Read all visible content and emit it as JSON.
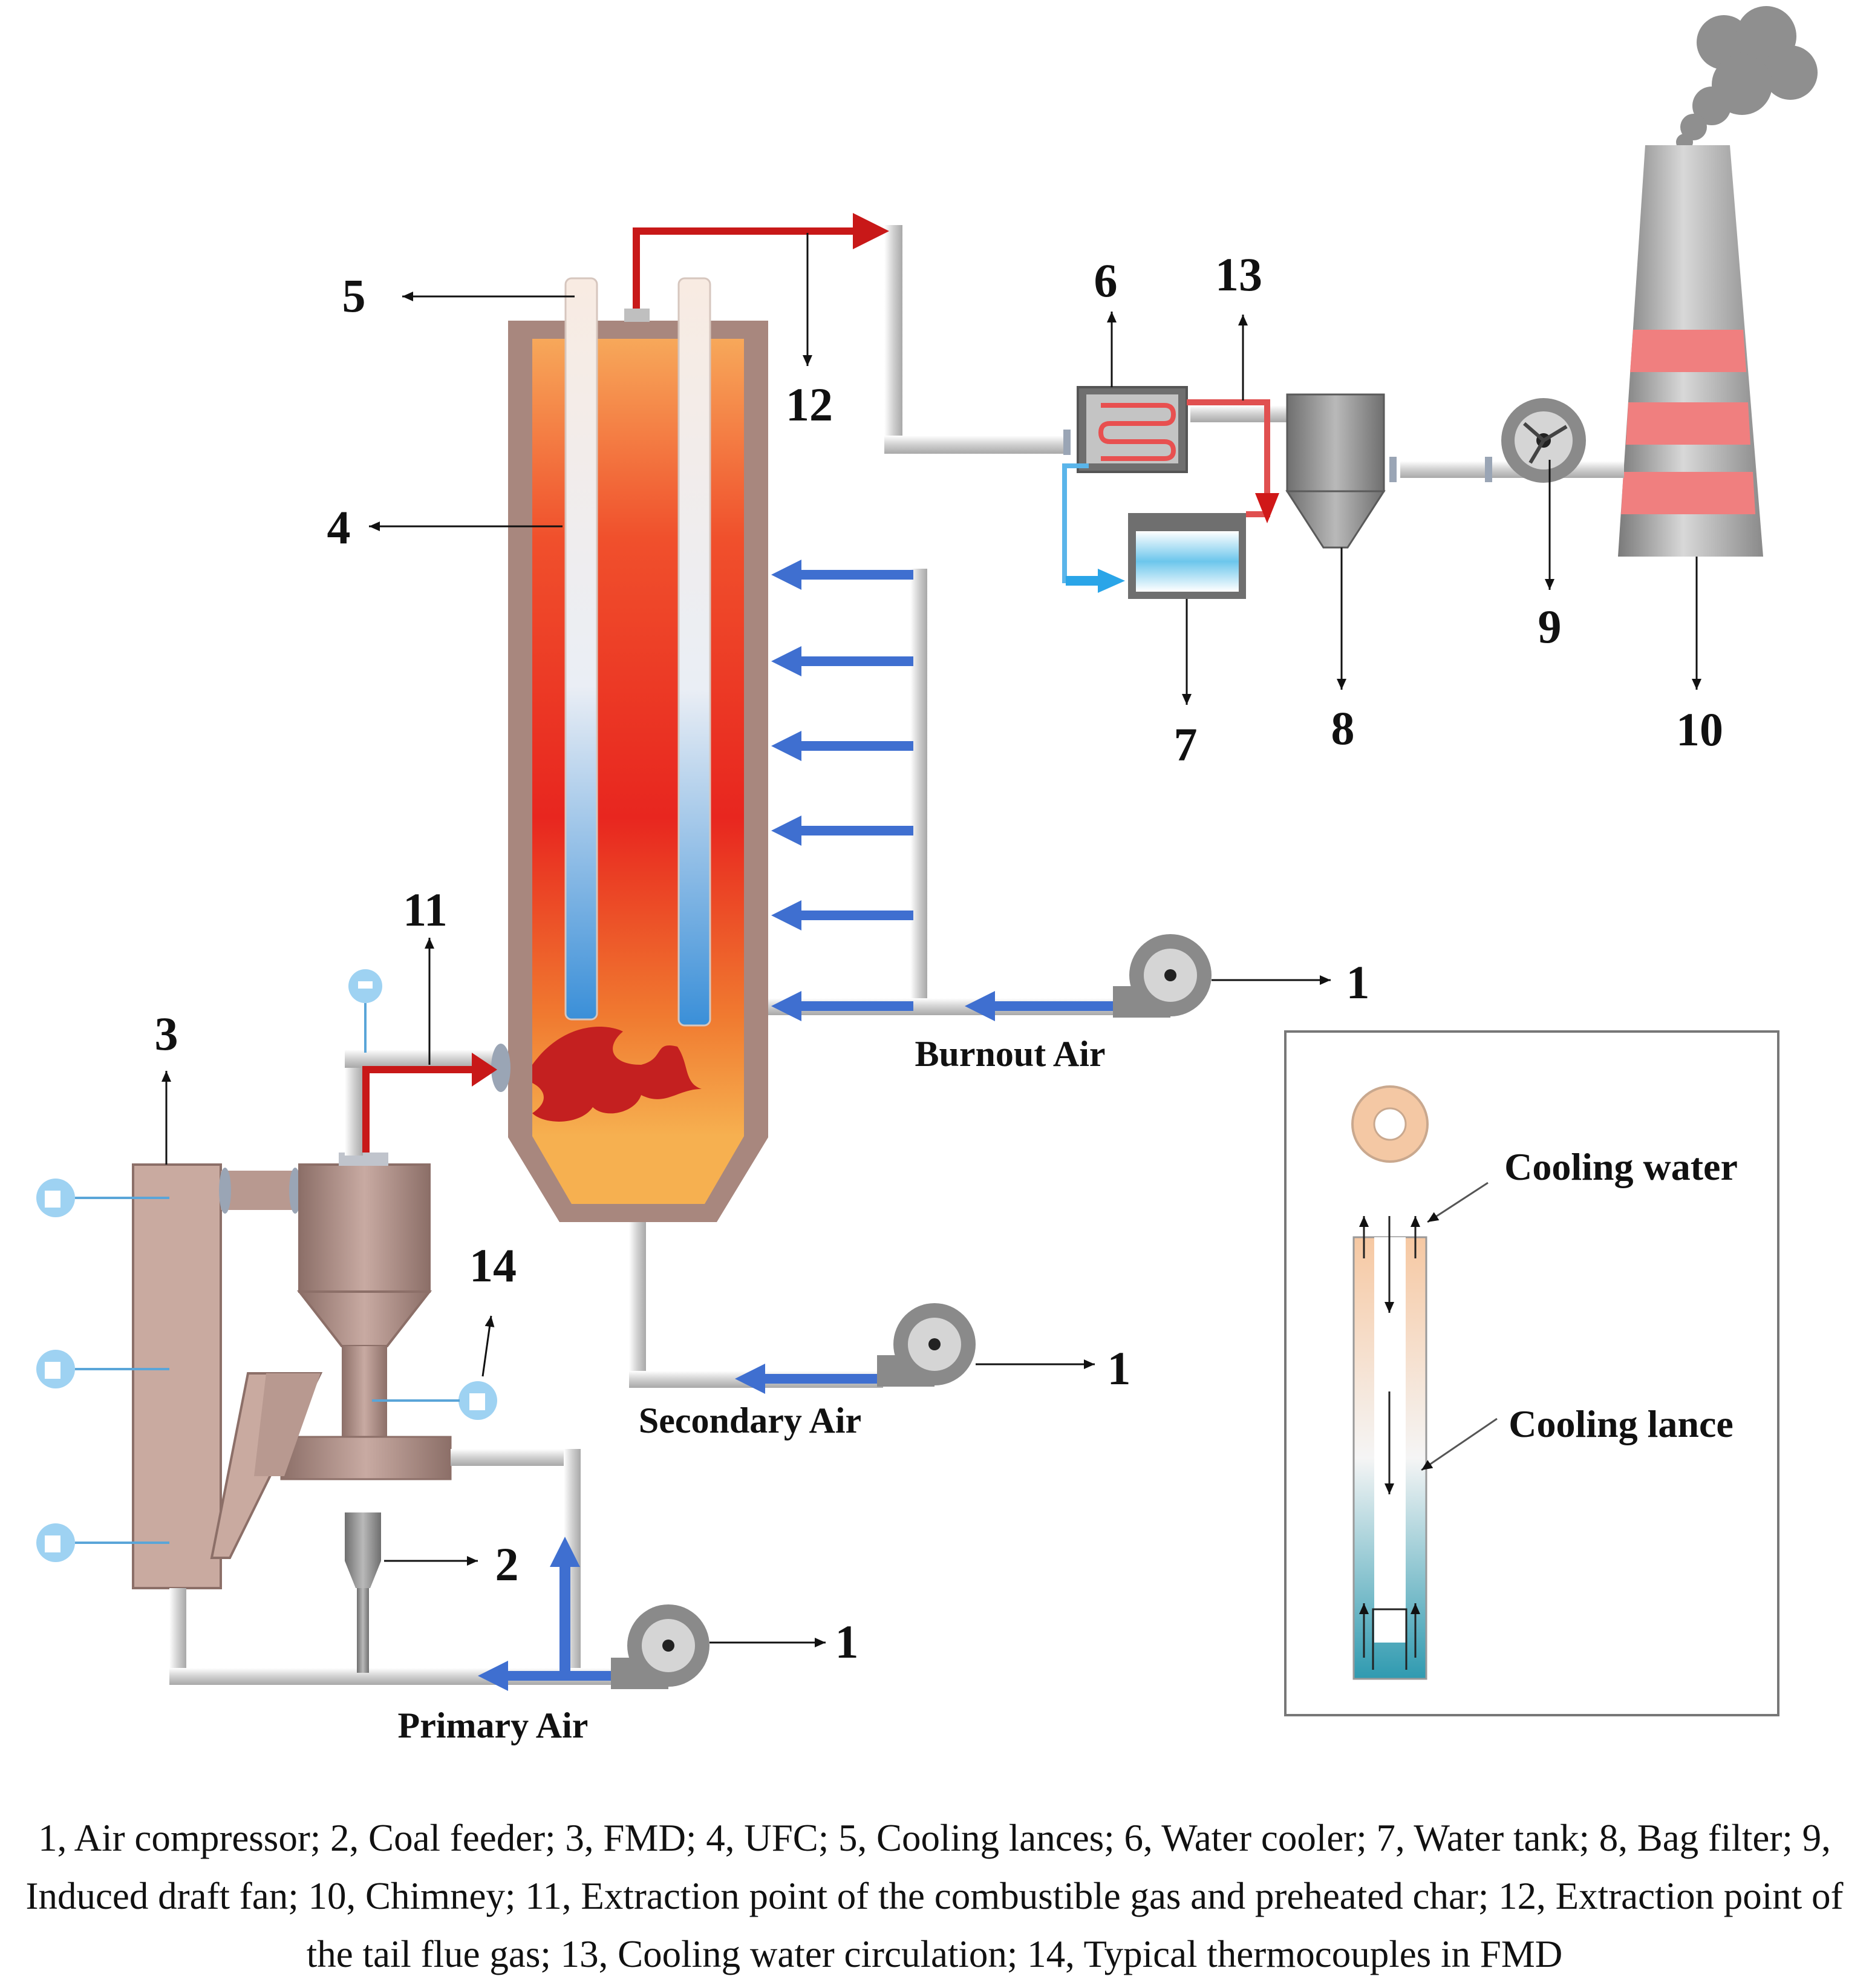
{
  "labels": {
    "n1a": "1",
    "n1b": "1",
    "n1c": "1",
    "n2": "2",
    "n3": "3",
    "n4": "4",
    "n5": "5",
    "n6": "6",
    "n7": "7",
    "n8": "8",
    "n9": "9",
    "n10": "10",
    "n11": "11",
    "n12": "12",
    "n13": "13",
    "n14": "14",
    "burnout_air": "Burnout Air",
    "secondary_air": "Secondary Air",
    "primary_air": "Primary Air",
    "cooling_water": "Cooling water",
    "cooling_lance": "Cooling lance"
  },
  "caption": "1, Air compressor; 2, Coal feeder; 3, FMD; 4, UFC; 5, Cooling lances; 6, Water cooler; 7, Water tank; 8, Bag filter; 9, Induced draft fan; 10, Chimney; 11, Extraction point of the combustible gas and preheated char; 12, Extraction point of the tail flue gas; 13, Cooling water circulation; 14, Typical thermocouples in FMD",
  "colors": {
    "furnace_shell": "#a8877e",
    "air_arrow": "#3f6fd0",
    "flue_arrow": "#c81818",
    "pipe": "#d9d9d9",
    "chimney_band": "#f08080"
  }
}
